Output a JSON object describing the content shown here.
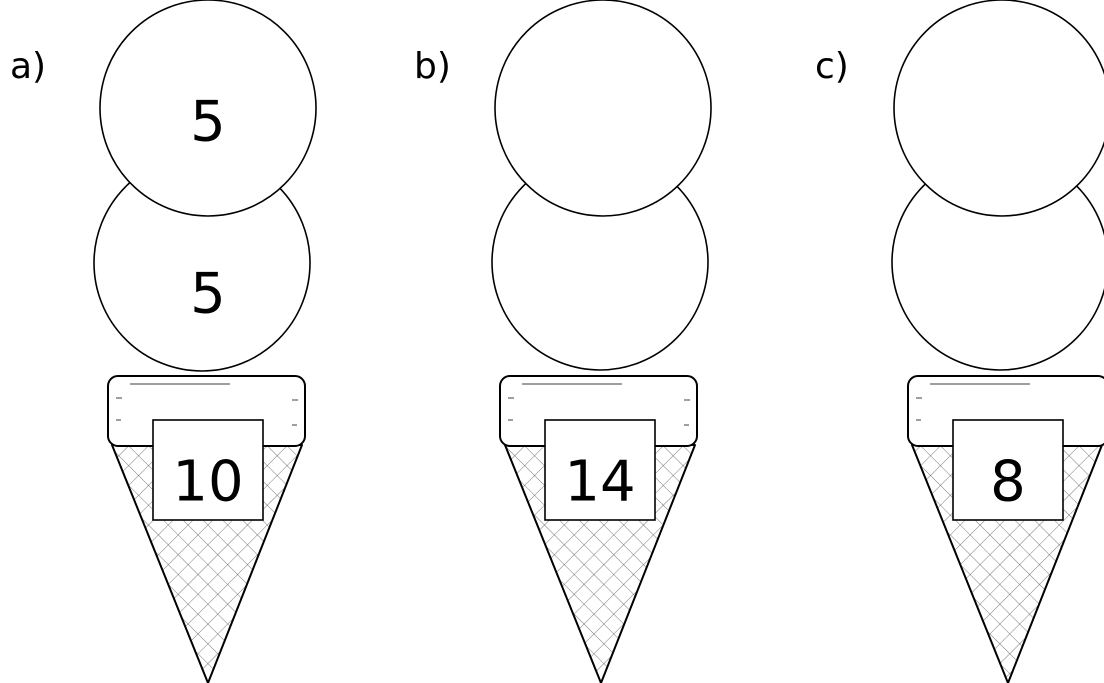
{
  "cones": [
    {
      "label": "a)",
      "top_scoop": "5",
      "bottom_scoop": "5",
      "total": "10"
    },
    {
      "label": "b)",
      "top_scoop": "",
      "bottom_scoop": "",
      "total": "14"
    },
    {
      "label": "c)",
      "top_scoop": "",
      "bottom_scoop": "",
      "total": "8"
    }
  ]
}
